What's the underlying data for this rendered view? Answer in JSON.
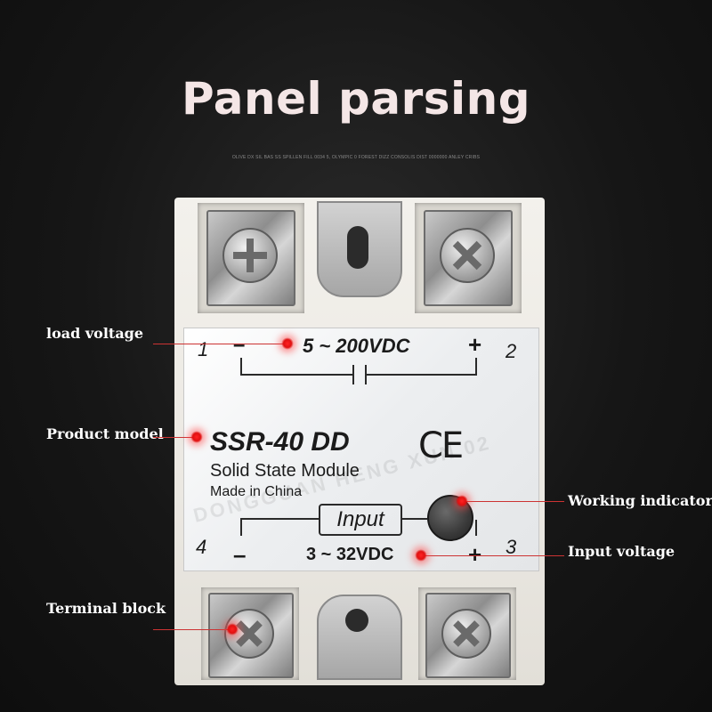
{
  "title": "Panel parsing",
  "fine_print": "OLIVE DX SIL BAS SS SPILLEN FILL 0034 5,  OLYMPIC 0 FOREST DIZZ CONSOLIS DIST 0000000 ANLEY CRIBS",
  "relay": {
    "load_voltage": "5 ~ 200VDC",
    "model": "SSR-40 DD",
    "description": "Solid State Module",
    "origin": "Made in China",
    "input_label": "Input",
    "input_voltage": "3 ~ 32VDC",
    "ce_mark": "CE",
    "watermark": "DONGGUAN HENG XUN 02",
    "terminals": {
      "t1": "1",
      "t2": "2",
      "t3": "3",
      "t4": "4",
      "load_minus": "–",
      "load_plus": "+",
      "input_minus": "–",
      "input_plus": "+"
    }
  },
  "callouts": {
    "load_voltage": "load voltage",
    "product_model": "Product model",
    "working_indicator": "Working indicator",
    "input_voltage": "Input voltage",
    "terminal_block": "Terminal block"
  },
  "colors": {
    "background": "#161616",
    "callout_dot": "#ff2222",
    "callout_line": "#cc3333",
    "title": "#f4e6e6"
  }
}
